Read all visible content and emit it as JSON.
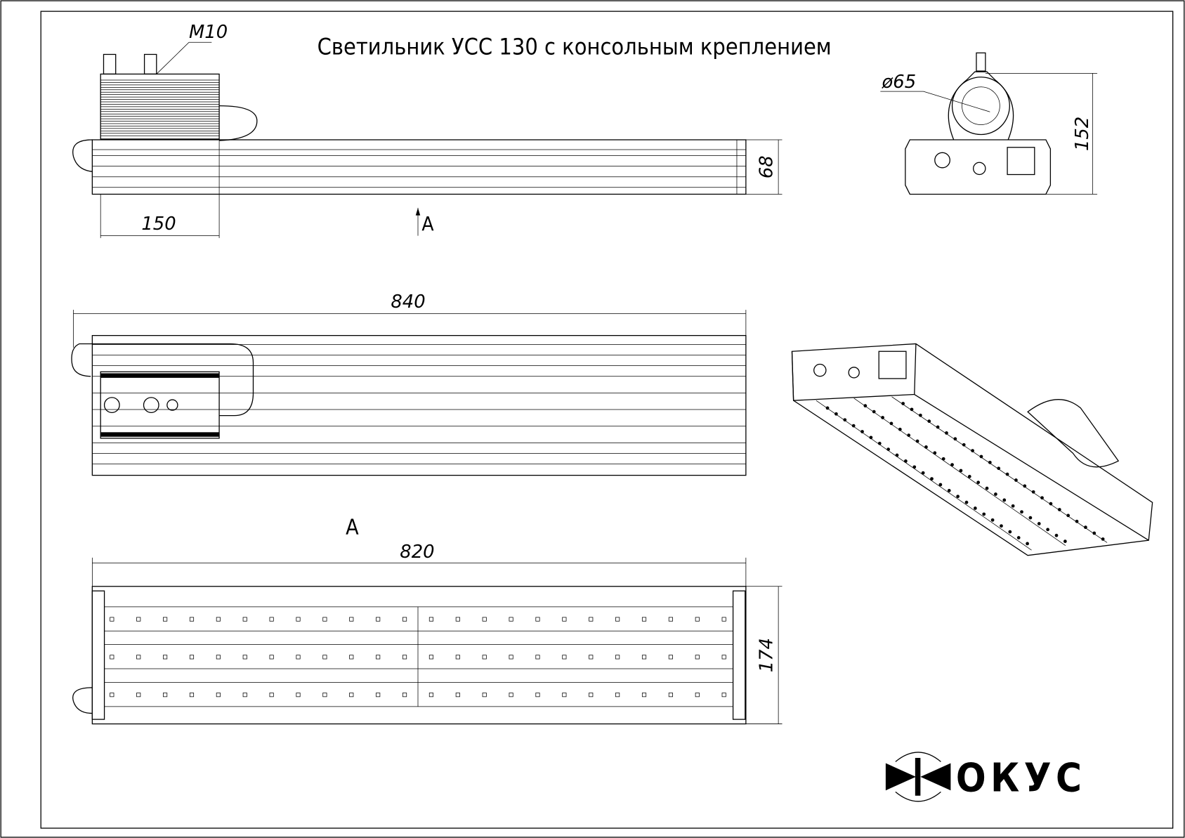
{
  "title": "Светильник УСС 130 с консольным креплением",
  "logo": "ФОКУС",
  "dimensions": {
    "thread": "M10",
    "body_width_top": "150",
    "height_side": "68",
    "view_marker": "A",
    "length_top": "840",
    "view_label": "A",
    "length_bottom": "820",
    "width_bottom": "174",
    "bracket_diameter": "ø65",
    "height_end": "152"
  },
  "led_grid": {
    "rows": 3,
    "per_row": 24
  }
}
